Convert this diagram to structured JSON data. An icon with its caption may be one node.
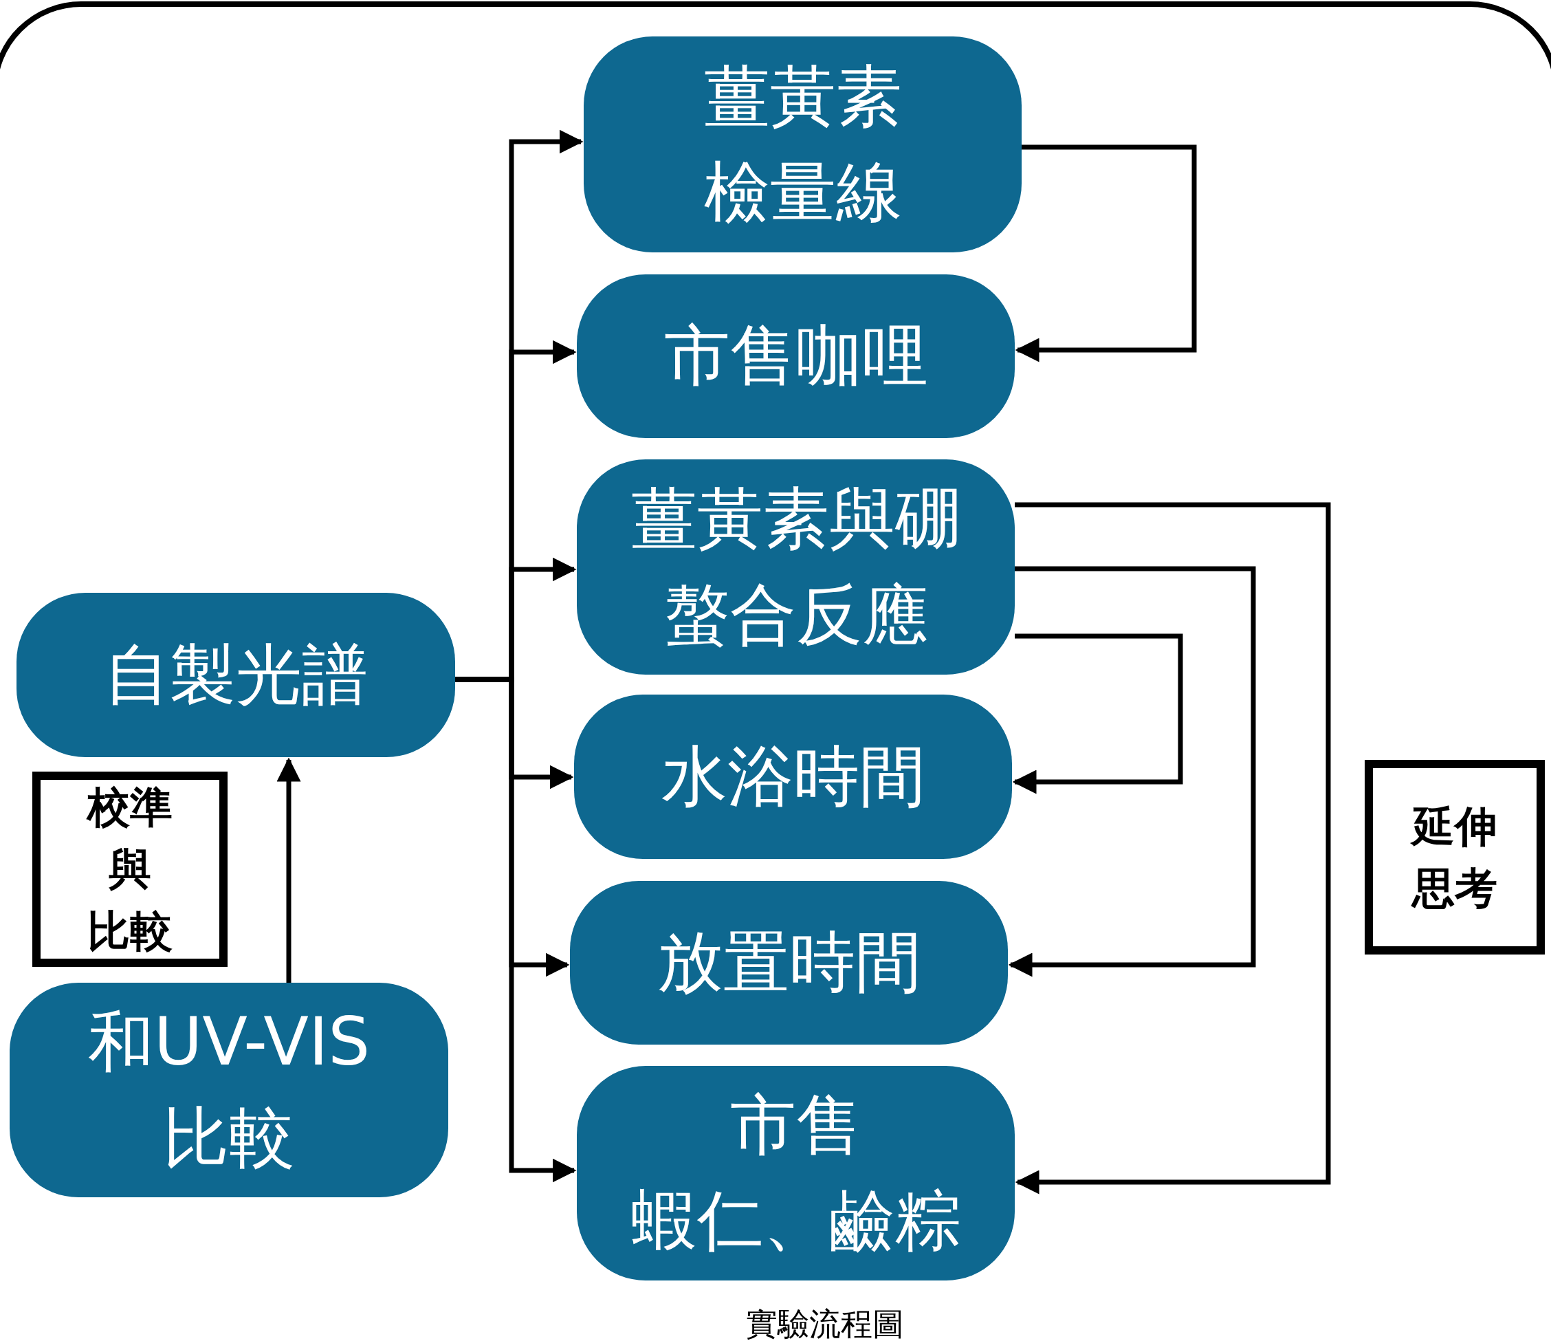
{
  "diagram": {
    "caption": "實驗流程圖",
    "nodes": [
      {
        "text": [
          "薑黃素檢量線"
        ]
      },
      {
        "text": [
          "市售咖哩"
        ]
      },
      {
        "text": [
          "薑黃素與硼螯合反應"
        ]
      },
      {
        "text": [
          "水浴時間"
        ]
      },
      {
        "text": [
          "放置時間"
        ]
      },
      {
        "text": [
          "市售",
          "蝦仁、鹼粽"
        ]
      },
      {
        "text": [
          "自製光譜"
        ]
      },
      {
        "text": [
          "和UV-VIS",
          "比較"
        ]
      },
      {
        "text": [
          "校準",
          "與",
          "比較"
        ]
      },
      {
        "text": [
          "延伸思考"
        ]
      }
    ],
    "edges": [
      {
        "from": 7,
        "to": 6,
        "arrow": "to"
      },
      {
        "from": 6,
        "to": 0,
        "arrow": "to"
      },
      {
        "from": 6,
        "to": 1,
        "arrow": "to"
      },
      {
        "from": 6,
        "to": 2,
        "arrow": "to"
      },
      {
        "from": 6,
        "to": 3,
        "arrow": "to"
      },
      {
        "from": 6,
        "to": 4,
        "arrow": "to"
      },
      {
        "from": 6,
        "to": 5,
        "arrow": "to"
      },
      {
        "from": 0,
        "to": 1,
        "arrow": "to"
      },
      {
        "from": 2,
        "to": 5,
        "arrow": "to"
      },
      {
        "from": 2,
        "to": 4,
        "arrow": "to"
      },
      {
        "from": 2,
        "to": 3,
        "arrow": "to"
      }
    ]
  }
}
